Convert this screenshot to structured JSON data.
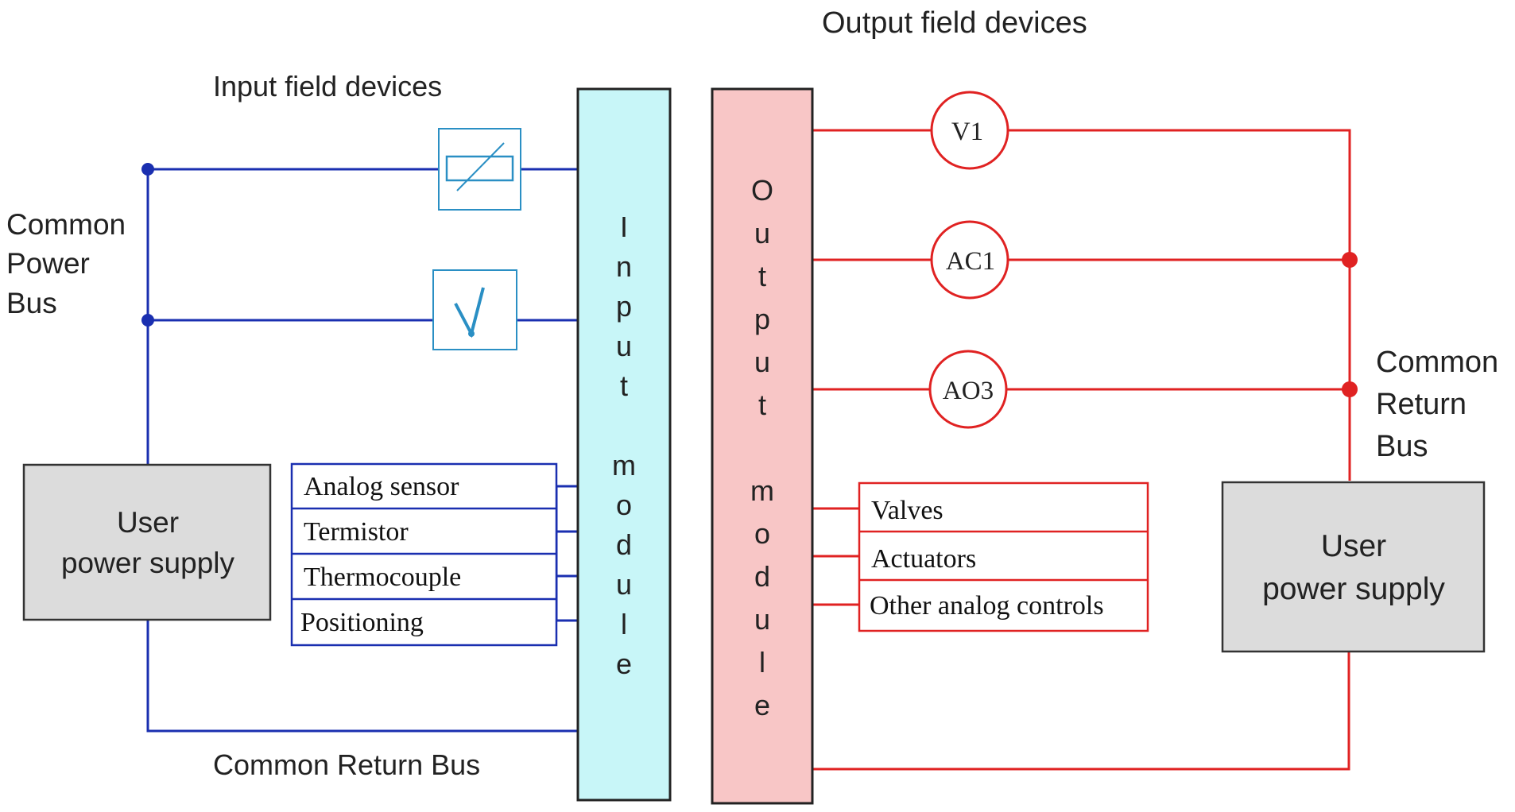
{
  "input_side": {
    "heading": "Input field devices",
    "power_bus_label": [
      "Common",
      "Power",
      "Bus"
    ],
    "return_bus_label": "Common Return Bus",
    "power_supply_label": [
      "User",
      "power supply"
    ],
    "module_label": "Input module",
    "sensors": [
      "Analog sensor",
      "Termistor",
      "Thermocouple",
      "Positioning"
    ]
  },
  "output_side": {
    "heading": "Output field devices",
    "return_bus_label": [
      "Common",
      "Return",
      "Bus"
    ],
    "power_supply_label": [
      "User",
      "power supply"
    ],
    "module_label": "Output module",
    "devices": [
      "V1",
      "AC1",
      "AO3"
    ],
    "controls": [
      "Valves",
      "Actuators",
      "Other analog controls"
    ]
  },
  "colors": {
    "input_wire": "#1a2fb0",
    "output_wire": "#e02222",
    "input_module_fill": "#c8f6f8",
    "output_module_fill": "#f8c6c6",
    "power_supply_fill": "#dcdcdc",
    "icon_blue": "#2a8fc4"
  }
}
